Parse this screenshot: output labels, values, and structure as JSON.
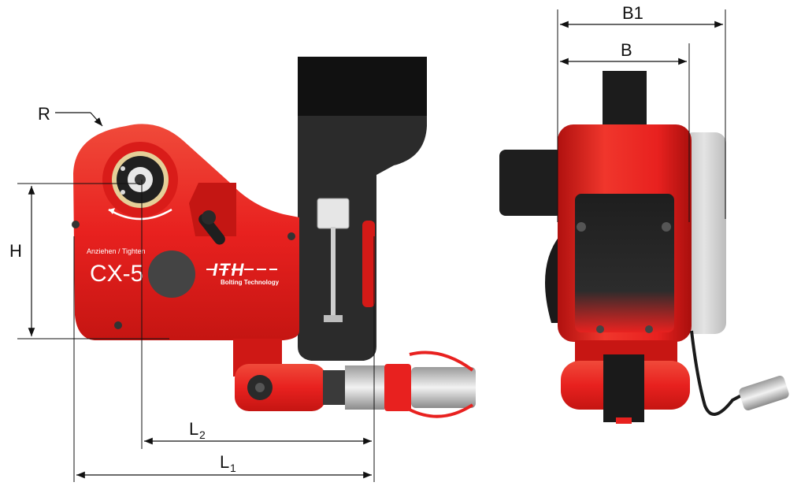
{
  "dimensions": {
    "R": "R",
    "H": "H",
    "L2_main": "L",
    "L2_sub": "2",
    "L1_main": "L",
    "L1_sub": "1",
    "B1": "B1",
    "B": "B"
  },
  "product": {
    "model": "CX-5",
    "direction_label": "Anziehen / Tighten",
    "brand": "ITH",
    "brand_tagline": "Bolting Technology"
  },
  "colors": {
    "body_red": "#e8211f",
    "dark_red": "#b0110f",
    "black_arm": "#2a2a2a",
    "dimension_line": "#111111",
    "housing_grey": "#d2d2d2"
  }
}
